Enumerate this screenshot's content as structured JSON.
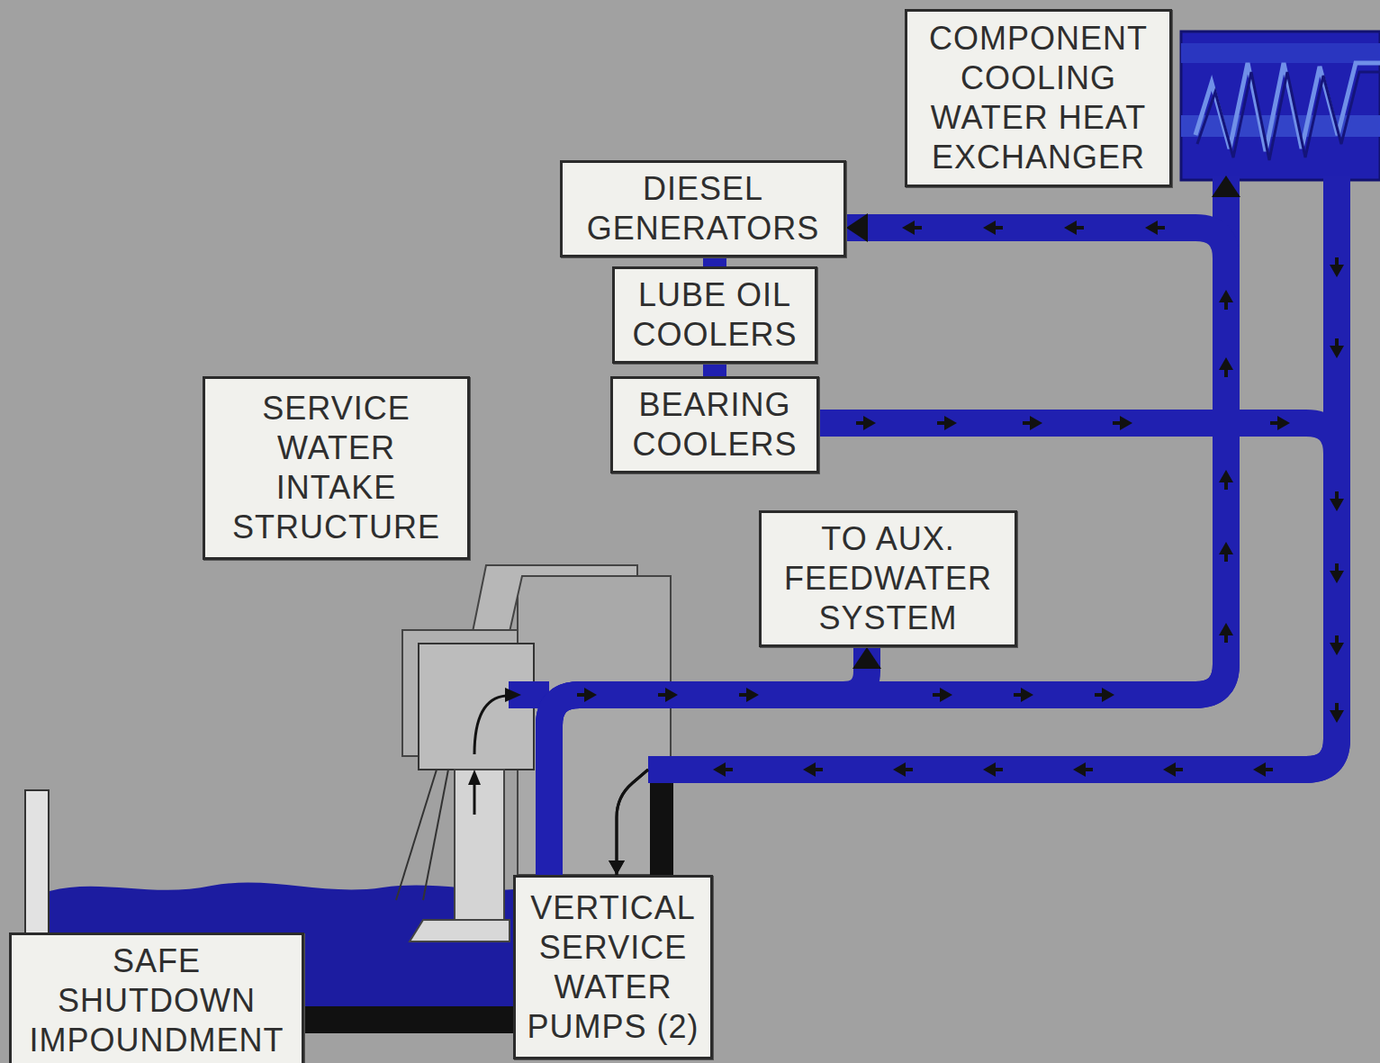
{
  "diagram": {
    "nodes": [
      {
        "text": [
          "COMPONENT COOLING WATER HEAT EXCHANGER"
        ]
      },
      {
        "text": [
          "DIESEL GENERATORS"
        ]
      },
      {
        "text": [
          "LUBE OIL COOLERS"
        ]
      },
      {
        "text": [
          "SERVICE WATER INTAKE STRUCTURE"
        ]
      },
      {
        "text": [
          "BEARING COOLERS"
        ]
      },
      {
        "text": [
          "TO AUX. FEEDWATER SYSTEM"
        ]
      },
      {
        "text": [
          "SAFE SHUTDOWN IMPOUNDMENT"
        ]
      },
      {
        "text": [
          "VERTICAL SERVICE WATER PUMPS (2)"
        ]
      }
    ],
    "edges": [
      {
        "from": 7,
        "to": 0,
        "arrow": "to"
      },
      {
        "from": 7,
        "to": 5,
        "arrow": "to"
      },
      {
        "from": 7,
        "to": 1,
        "arrow": "to"
      },
      {
        "from": 1,
        "to": 2,
        "arrow": "none"
      },
      {
        "from": 2,
        "to": 4,
        "arrow": "none"
      },
      {
        "from": 4,
        "to": 7,
        "arrow": "to"
      },
      {
        "from": 0,
        "to": 7,
        "arrow": "to"
      }
    ]
  }
}
